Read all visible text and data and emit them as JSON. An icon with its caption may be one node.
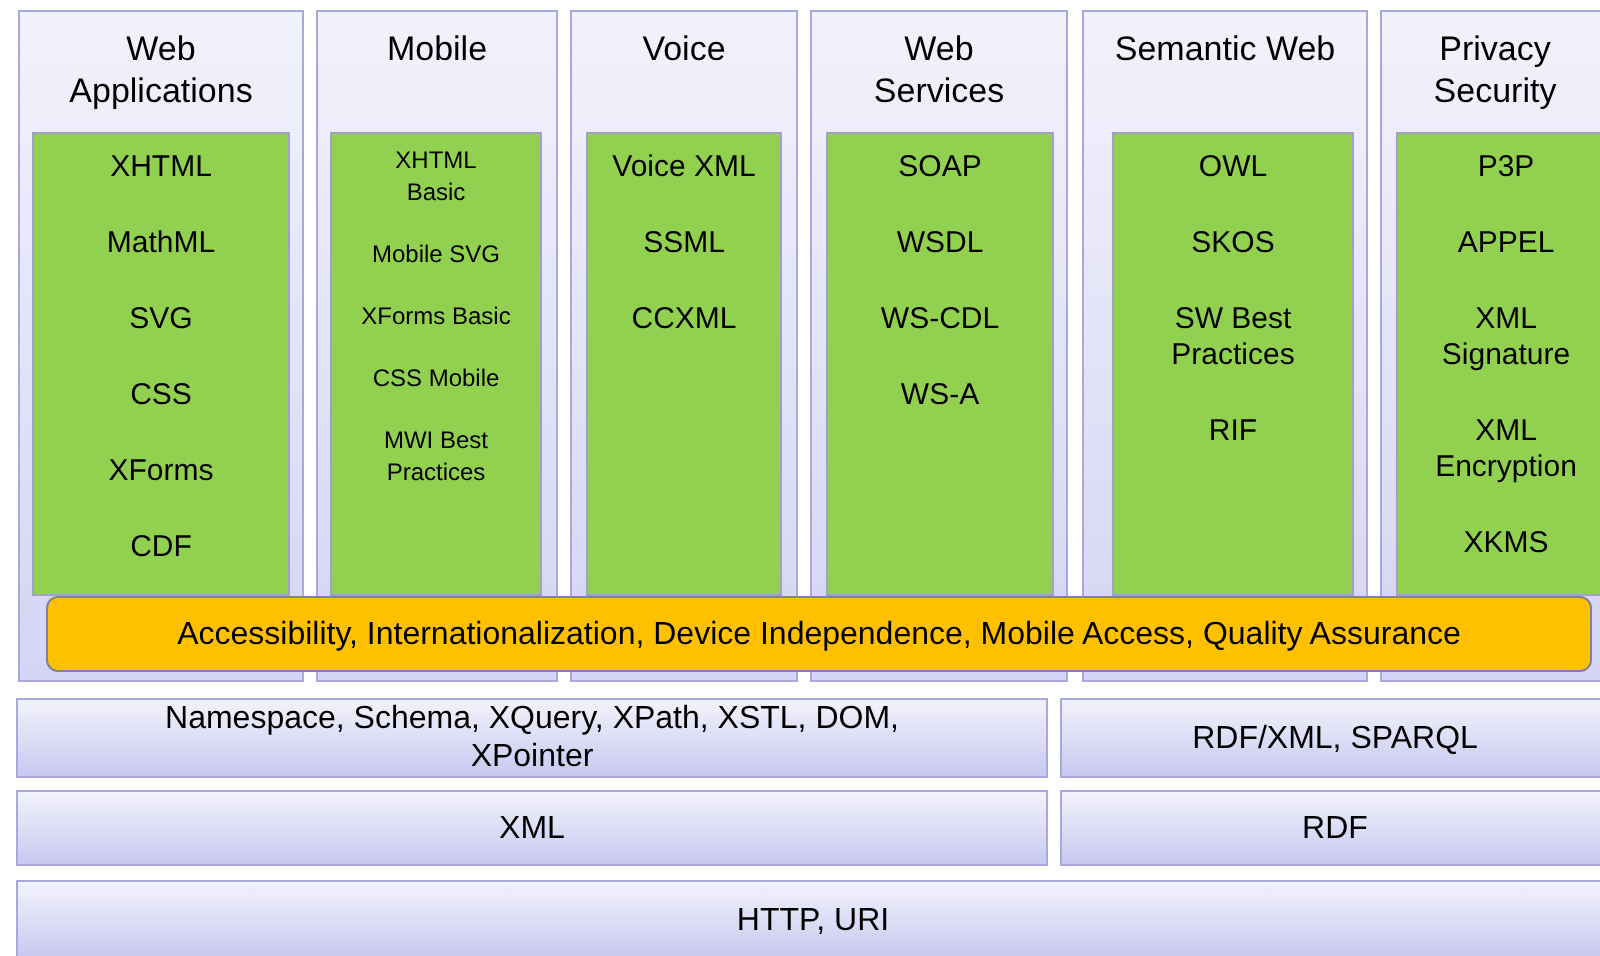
{
  "diagram": {
    "nodes": [
      {
        "text": [
          "Web Applications"
        ]
      },
      {
        "text": [
          "XHTML",
          "MathML",
          "SVG",
          "CSS",
          "XForms",
          "CDF"
        ],
        "in": 0
      },
      {
        "text": [
          "Mobile"
        ]
      },
      {
        "text": [
          "XHTML Basic",
          "Mobile SVG",
          "XForms Basic",
          "CSS Mobile",
          "MWI Best Practices"
        ],
        "in": 2
      },
      {
        "text": [
          "Voice"
        ]
      },
      {
        "text": [
          "Voice XML",
          "SSML",
          "CCXML"
        ],
        "in": 4
      },
      {
        "text": [
          "Web Services"
        ]
      },
      {
        "text": [
          "SOAP",
          "WSDL",
          "WS-CDL",
          "WS-A"
        ],
        "in": 6
      },
      {
        "text": [
          "Semantic Web"
        ]
      },
      {
        "text": [
          "OWL",
          "SKOS",
          "SW Best Practices",
          "RIF"
        ],
        "in": 8
      },
      {
        "text": [
          "Privacy Security"
        ]
      },
      {
        "text": [
          "P3P",
          "APPEL",
          "XML Signature",
          "XML Encryption",
          "XKMS"
        ],
        "in": 10
      },
      {
        "text": [
          "Accessibility, Internationalization, Device Independence, Mobile Access, Quality Assurance"
        ]
      },
      {
        "text": [
          "Namespace, Schema, XQuery, XPath, XSTL, DOM, XPointer"
        ]
      },
      {
        "text": [
          "RDF/XML, SPARQL"
        ]
      },
      {
        "text": [
          "XML"
        ]
      },
      {
        "text": [
          "RDF"
        ]
      },
      {
        "text": [
          "HTTP, URI"
        ]
      }
    ],
    "edges": []
  }
}
